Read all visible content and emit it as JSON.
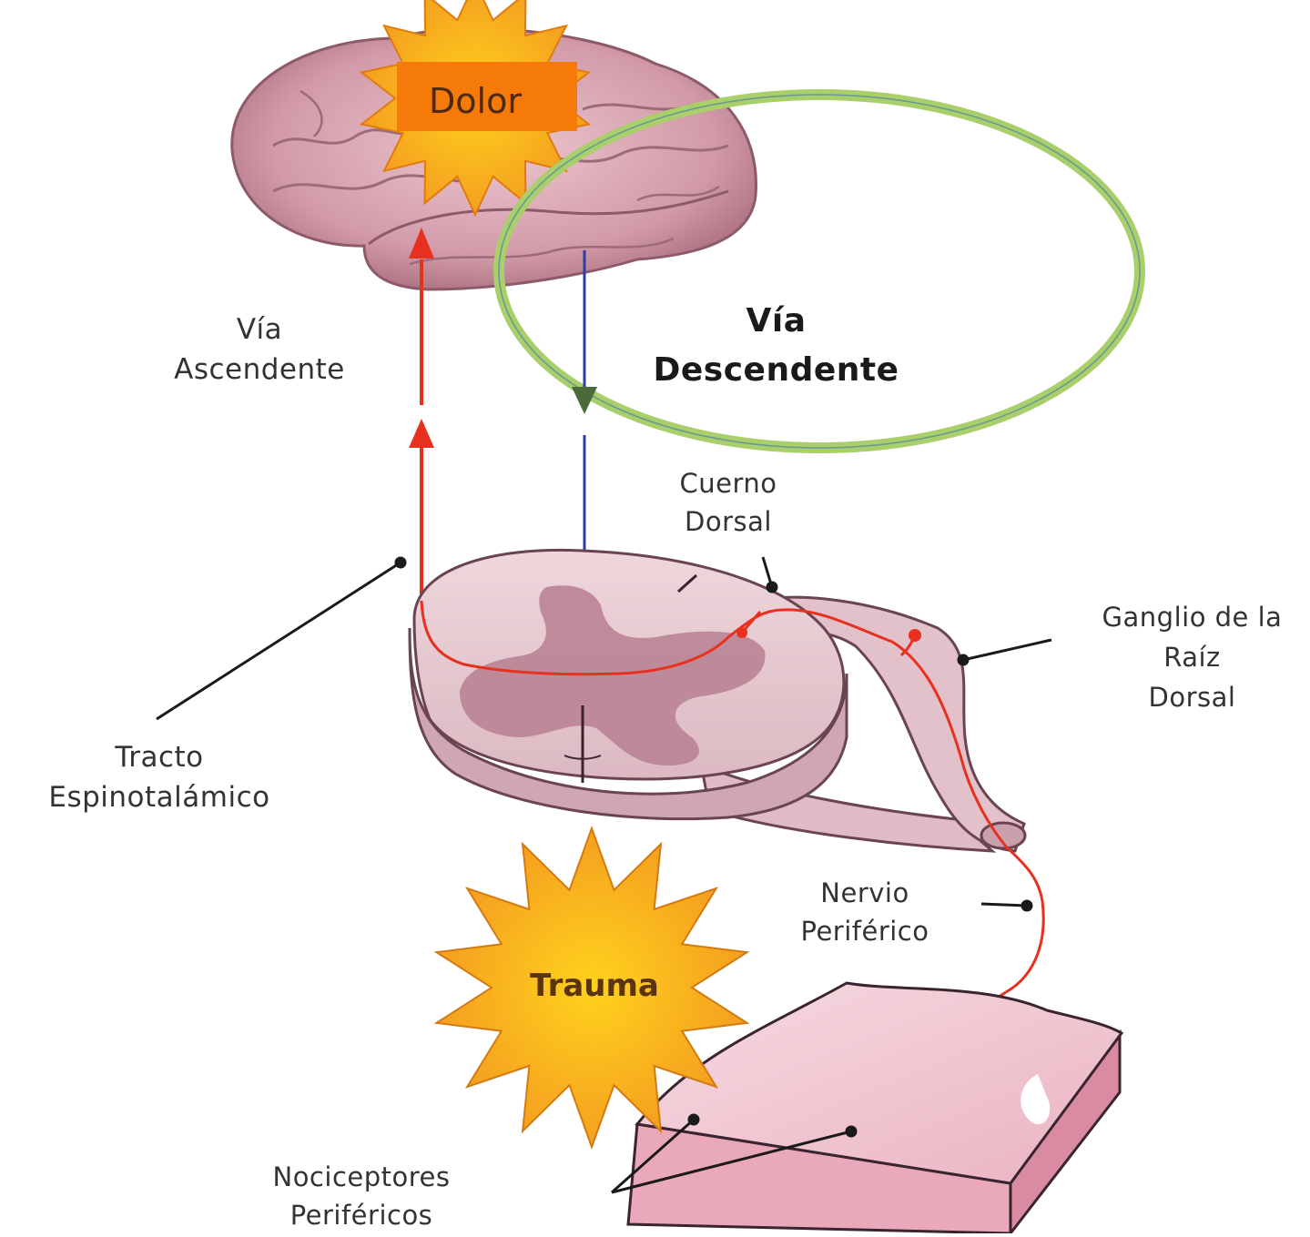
{
  "labels": {
    "dolor": "Dolor",
    "trauma": "Trauma",
    "via_ascendente": [
      "Vía",
      "Ascendente"
    ],
    "via_descendente": [
      "Vía",
      "Descendente"
    ],
    "cuerno_dorsal": [
      "Cuerno",
      "Dorsal"
    ],
    "ganglio": [
      "Ganglio de la",
      "Raíz",
      "Dorsal"
    ],
    "tracto": [
      "Tracto",
      "Espinotalámico"
    ],
    "nervio": [
      "Nervio",
      "Periférico"
    ],
    "nociceptores": [
      "Nociceptores",
      "Periféricos"
    ]
  },
  "colors": {
    "ascending_path": "#e8301f",
    "descending_path": "#2c3fa6",
    "highlight_ring": "#a8cf6a",
    "brain": "#d7a3b0",
    "spinal_cord": "#e7ccd3",
    "gray_matter": "#b77f90",
    "starburst": "#f5a623",
    "dolor_box": "#f57a0a",
    "skin": "#f1c9d3"
  }
}
